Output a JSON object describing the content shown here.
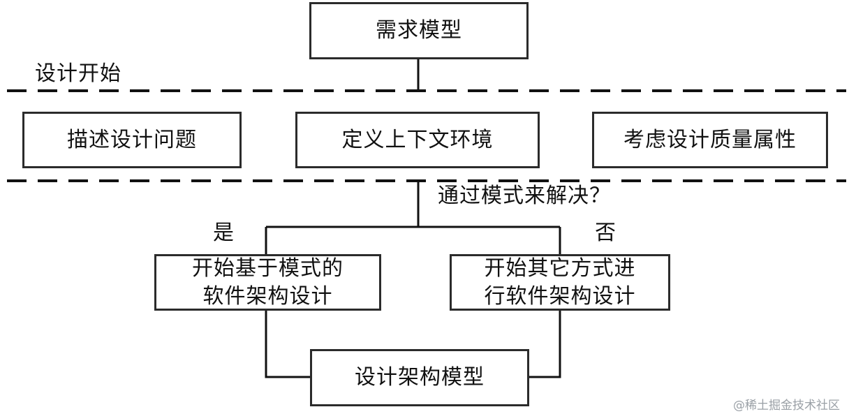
{
  "nodes": {
    "requirement_model": "需求模型",
    "describe_problem": "描述设计问题",
    "define_context": "定义上下文环境",
    "quality_attributes": "考虑设计质量属性",
    "pattern_based_line1": "开始基于模式的",
    "pattern_based_line2": "软件架构设计",
    "other_way_line1": "开始其它方式进",
    "other_way_line2": "行软件架构设计",
    "architecture_model": "设计架构模型"
  },
  "labels": {
    "design_start": "设计开始",
    "decision_question": "通过模式来解决？",
    "yes": "是",
    "no": "否"
  },
  "watermark": "@稀土掘金技术社区",
  "colors": {
    "line": "#111111",
    "box_border": "#2b2b2b",
    "watermark": "#9aa0a6"
  }
}
